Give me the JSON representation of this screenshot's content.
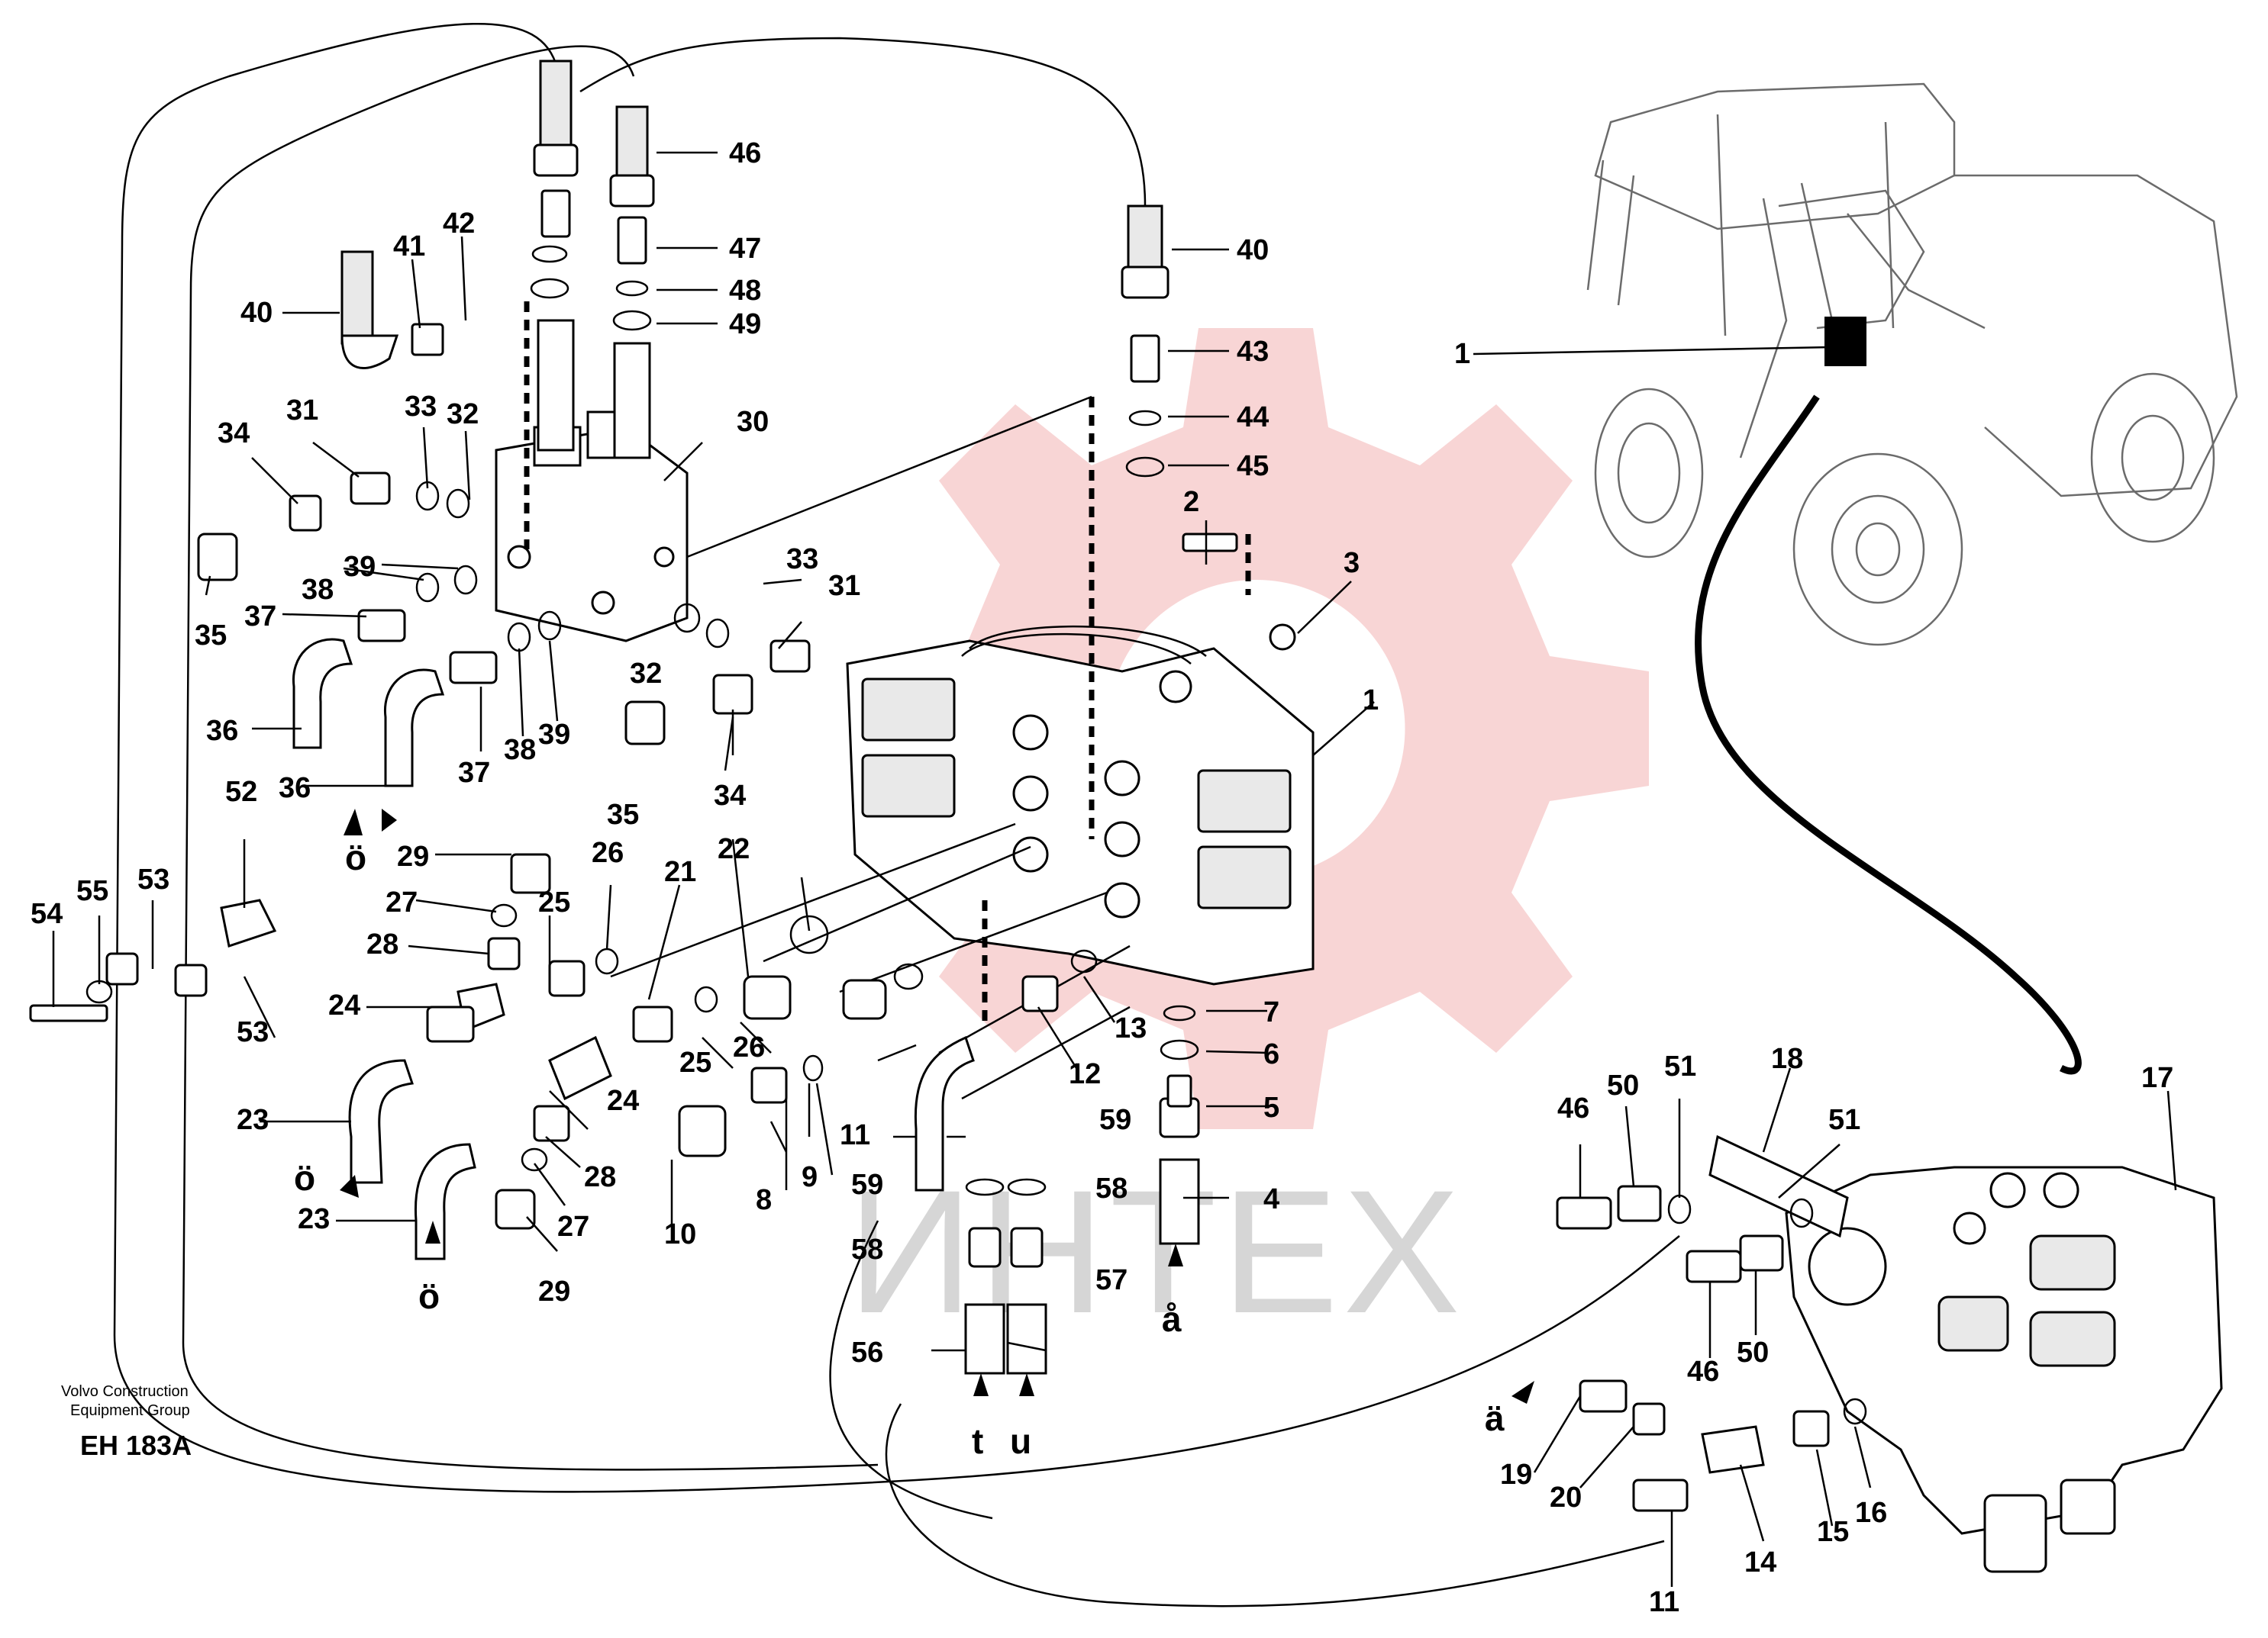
{
  "diagram": {
    "callouts": [
      "1",
      "2",
      "3",
      "4",
      "5",
      "6",
      "7",
      "8",
      "9",
      "10",
      "11",
      "12",
      "13",
      "14",
      "15",
      "16",
      "17",
      "18",
      "19",
      "20",
      "21",
      "22",
      "23",
      "24",
      "25",
      "26",
      "27",
      "28",
      "29",
      "30",
      "31",
      "32",
      "33",
      "34",
      "35",
      "36",
      "37",
      "38",
      "39",
      "40",
      "41",
      "42",
      "43",
      "44",
      "45",
      "46",
      "47",
      "48",
      "49",
      "50",
      "51",
      "52",
      "53",
      "54",
      "55",
      "56",
      "57",
      "58",
      "59"
    ],
    "connection_markers": [
      "ö",
      "å",
      "ä",
      "t",
      "u"
    ],
    "credit_line1": "Volvo Construction",
    "credit_line2": "Equipment Group",
    "drawing_code": "EH 183A",
    "watermark_text": "ИНТЕХ",
    "watermark_color": "#f2b3b3"
  }
}
